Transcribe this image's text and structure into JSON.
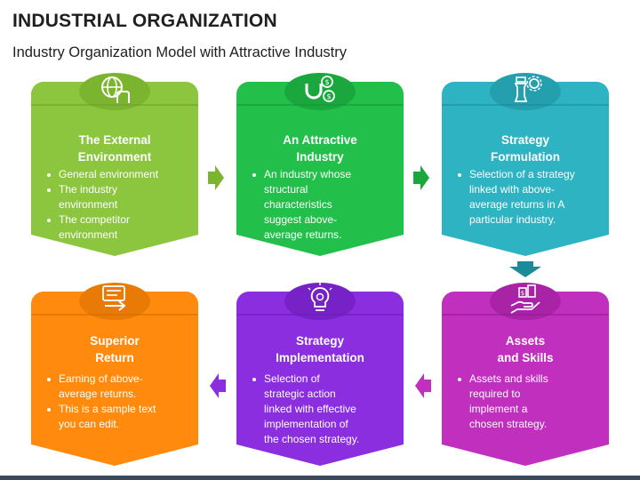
{
  "title": "INDUSTRIAL ORGANIZATION",
  "subtitle": "Industry Organization Model with Attractive Industry",
  "colors": {
    "green_light": "#8cc63f",
    "green": "#22c04a",
    "teal": "#2eb3c3",
    "magenta": "#c12fbf",
    "purple": "#8a2ee0",
    "orange": "#ff8a0e",
    "bottom_bar": "#3a4a5c"
  },
  "cards": [
    {
      "icon": "hand-globe-icon",
      "heading": [
        "The External",
        "Environment"
      ],
      "bullets": [
        [
          "General environment"
        ],
        [
          "The industry",
          "environment"
        ],
        [
          "The competitor",
          "environment"
        ]
      ]
    },
    {
      "icon": "magnet-money-icon",
      "heading": [
        "An Attractive",
        "Industry"
      ],
      "bullets": [
        [
          "An industry whose",
          "structural",
          "characteristics",
          "suggest above-",
          "average returns."
        ]
      ]
    },
    {
      "icon": "chess-gear-icon",
      "heading": [
        "Strategy",
        "Formulation"
      ],
      "bullets": [
        [
          "Selection of a strategy",
          "linked with above-",
          "average returns in A",
          "particular industry."
        ]
      ]
    },
    {
      "icon": "hand-money-icon",
      "heading": [
        "Assets",
        "and Skills"
      ],
      "bullets": [
        [
          "Assets and skills",
          "required to",
          "implement a",
          "chosen strategy."
        ]
      ]
    },
    {
      "icon": "lightbulb-gear-icon",
      "heading": [
        "Strategy",
        "Implementation"
      ],
      "bullets": [
        [
          "Selection of",
          "strategic action",
          "linked with effective",
          "implementation of",
          "the chosen strategy."
        ]
      ]
    },
    {
      "icon": "return-document-icon",
      "heading": [
        "Superior",
        "Return"
      ],
      "bullets": [
        [
          "Earning of above-",
          "average returns."
        ],
        [
          "This is a sample text",
          "you can edit."
        ]
      ]
    }
  ]
}
